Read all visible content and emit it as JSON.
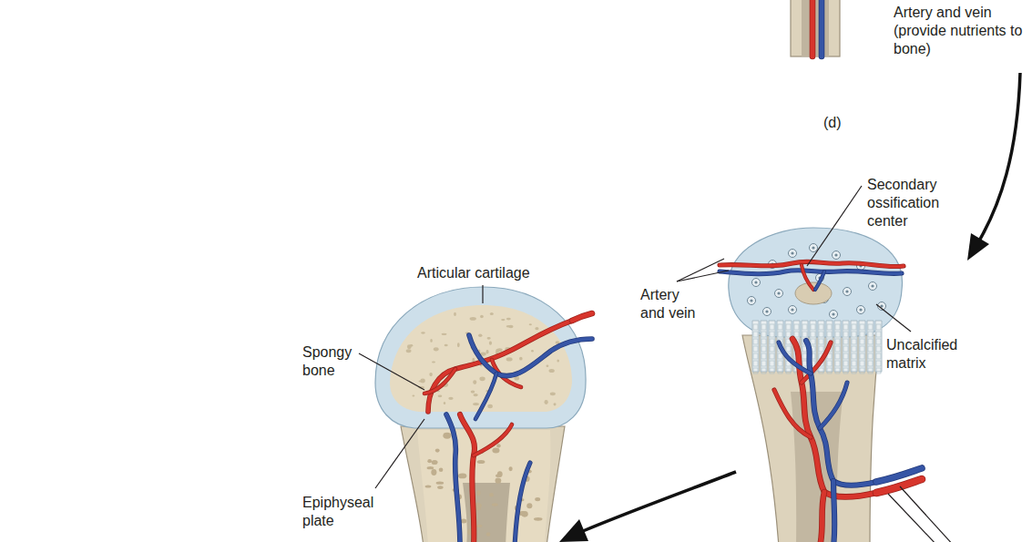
{
  "diagram": {
    "labels": [
      "Artery and vein (provide nutrients to bone)",
      "(d)",
      "Secondary ossification center",
      "Artery and vein",
      "Uncalcified matrix",
      "Articular cartilage",
      "Spongy bone",
      "Epiphyseal plate"
    ]
  }
}
